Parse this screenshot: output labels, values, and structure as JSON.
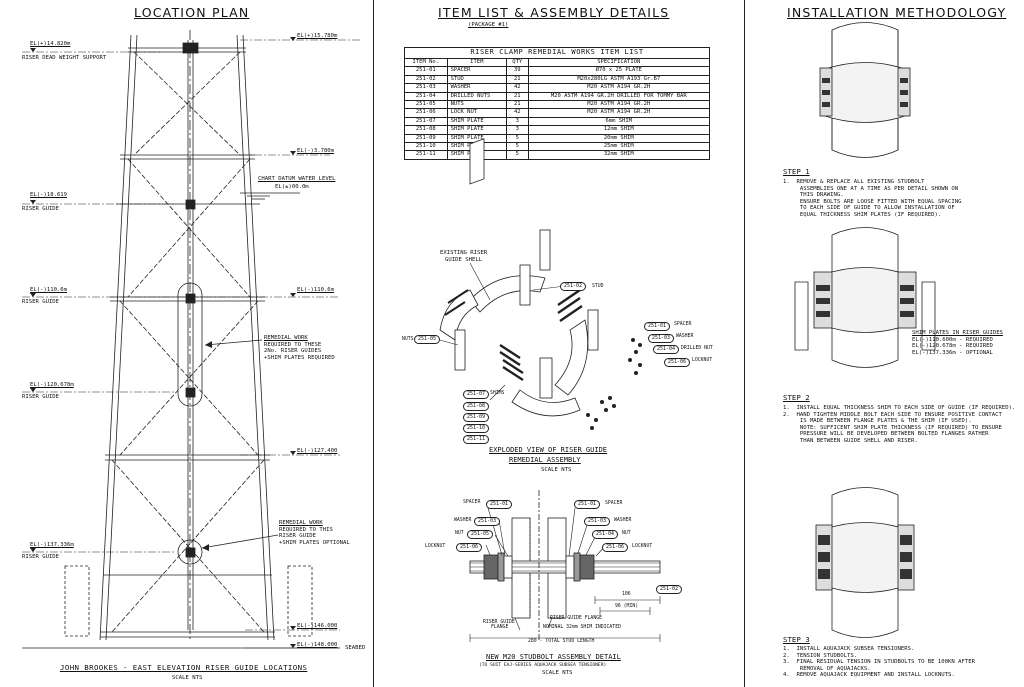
{
  "left": {
    "title": "LOCATION PLAN",
    "elevations": {
      "e1": "EL(+)14.820m",
      "e2": "EL(+)15.780m",
      "e3": "EL(-)3.780m",
      "e4": "EL(-)18.619",
      "e5": "EL(-)110.6m",
      "e6": "EL(-)120.678m",
      "e7": "EL(-)127.400",
      "e8": "EL(-)137.336m",
      "e9": "EL(-)146.000",
      "e10": "EL(-)148.000"
    },
    "labels": {
      "dead_weight": "RISER DEAD WEIGHT SUPPORT",
      "chart_datum": "CHART DATUM WATER LEVEL",
      "chart_datum_el": "EL(±)00.0m",
      "riser_guide": "RISER GUIDE",
      "seabed": "SEABED"
    },
    "remedial1": [
      "REMEDIAL WORK",
      "REQUIRED TO THESE",
      "2No. RISER GUIDES",
      "+SHIM PLATES REQUIRED"
    ],
    "remedial2": [
      "REMEDIAL WORK",
      "REQUIRED TO THIS",
      "RISER GUIDE",
      "+SHIM PLATES OPTIONAL"
    ],
    "footer_title": "JOHN BROOKES - EAST ELEVATION RISER GUIDE LOCATIONS",
    "footer_scale": "SCALE NTS"
  },
  "middle": {
    "title": "ITEM LIST & ASSEMBLY DETAILS",
    "subtitle": "(PACKAGE #1)",
    "table_caption": "RISER CLAMP REMEDIAL WORKS ITEM LIST",
    "table_headers": [
      "ITEM No.",
      "ITEM",
      "QTY",
      "SPECIFICATION"
    ],
    "table_rows": [
      [
        "251-01",
        "SPACER",
        "39",
        "Ø70 x 25 PLATE"
      ],
      [
        "251-02",
        "STUD",
        "21",
        "M20x280LG ASTM A193 Gr.B7"
      ],
      [
        "251-03",
        "WASHER",
        "42",
        "M20 ASTM A194 GR.2H"
      ],
      [
        "251-04",
        "DRILLED NUTS",
        "21",
        "M20 ASTM A194 GR.2H DRILLED FOR TOMMY BAR"
      ],
      [
        "251-05",
        "NUTS",
        "21",
        "M20 ASTM A194 GR.2H"
      ],
      [
        "251-06",
        "LOCK NUT",
        "42",
        "M20 ASTM A194 GR.2H"
      ],
      [
        "251-07",
        "SHIM PLATE",
        "3",
        "6mm SHIM"
      ],
      [
        "251-08",
        "SHIM PLATE",
        "3",
        "12mm SHIM"
      ],
      [
        "251-09",
        "SHIM PLATE",
        "5",
        "20mm SHIM"
      ],
      [
        "251-10",
        "SHIM PLATE",
        "5",
        "25mm SHIM"
      ],
      [
        "251-11",
        "SHIM PLATE",
        "5",
        "32mm SHIM"
      ]
    ],
    "exploded": {
      "existing": [
        "EXISTING RISER",
        "GUIDE SHELL"
      ],
      "title1": "EXPLODED VIEW OF RISER GUIDE",
      "title2": "REMEDIAL ASSEMBLY",
      "scale": "SCALE NTS",
      "tags": {
        "b251_02": "251-02",
        "stud": "STUD",
        "b251_05": "251-05",
        "nuts": "NUTS",
        "b251_01": "251-01",
        "spacer": "SPACER",
        "b251_03": "251-03",
        "washer": "WASHER",
        "b251_04": "251-04",
        "drilled": "DRILLED NUT",
        "b251_06": "251-06",
        "locknut": "LOCKNUT",
        "shims": "SHIMS",
        "s07": "251-07",
        "s08": "251-08",
        "s09": "251-09",
        "s10": "251-10",
        "s11": "251-11"
      }
    },
    "stud": {
      "l_spacer": "SPACER",
      "l_washer": "WASHER",
      "l_nut": "NUT",
      "l_locknut": "LOCKNUT",
      "l_01": "251-01",
      "l_03": "251-03",
      "l_05": "251-05",
      "l_06": "251-06",
      "r_spacer": "SPACER",
      "r_washer": "WASHER",
      "r_nut": "NUT",
      "r_locknut": "LOCKNUT",
      "r_01": "251-01",
      "r_03": "251-03",
      "r_04": "251-04",
      "r_06": "251-06",
      "b_02": "251-02",
      "dim106": "106",
      "dim96": "96 (MIN)",
      "flange_left": [
        "RISER GUIDE",
        "FLANGE"
      ],
      "flange_right": "RISER GUIDE FLANGE",
      "nominal": "NOMINAL 32mm SHIM INDICATED",
      "total": "280 - TOTAL STUD LENGTH",
      "title": "NEW M20 STUDBOLT ASSEMBLY DETAIL",
      "subtitle": "(TO SUIT EAJ-SERIES AQUAJACK SUBSEA TENSIONER)",
      "scale": "SCALE NTS"
    }
  },
  "right": {
    "title": "INSTALLATION METHODOLOGY",
    "step1_title": "STEP 1",
    "step1": [
      "1.  REMOVE & REPLACE ALL EXISTING STUDBOLT",
      "     ASSEMBLIES ONE AT A TIME AS PER DETAIL SHOWN ON",
      "     THIS DRAWING.",
      "     ENSURE BOLTS ARE LOOSE FITTED WITH EQUAL SPACING",
      "     TO EACH SIDE OF GUIDE TO ALLOW INSTALLATION OF",
      "     EQUAL THICKNESS SHIM PLATES (IF REQUIRED)."
    ],
    "shim_title": "SHIM PLATES IN RISER GUIDES",
    "shim_lines": [
      "EL(-)110.600m - REQUIRED",
      "EL(-)120.678m - REQUIRED",
      "EL(-)137.336m - OPTIONAL"
    ],
    "step2_title": "STEP 2",
    "step2": [
      "1.  INSTALL EQUAL THICKNESS SHIM TO EACH SIDE OF GUIDE (IF REQUIRED).",
      "2.  HAND TIGHTEN MIDDLE BOLT EACH SIDE TO ENSURE POSITIVE CONTACT",
      "     IS MADE BETWEEN FLANGE PLATES & THE SHIM (IF USED).",
      "     NOTE: SUFFICENT SHIM PLATE THICKNESS (IF REQUIRED) TO ENSURE",
      "     PRESSURE WILL BE DEVELOPED BETWEEN BOLTED FLANGES RATHER",
      "     THAN BETWEEN GUIDE SHELL AND RISER."
    ],
    "step3_title": "STEP 3",
    "step3": [
      "1.  INSTALL AQUAJACK SUBSEA TENSIONERS.",
      "2.  TENSION STUDBOLTS.",
      "3.  FINAL RESIDUAL TENSION IN STUDBOLTS TO BE 100KN AFTER",
      "     REMOVAL OF AQUAJACKS.",
      "4.  REMOVE AQUAJACK EQUIPMENT AND INSTALL LOCKNUTS."
    ]
  }
}
